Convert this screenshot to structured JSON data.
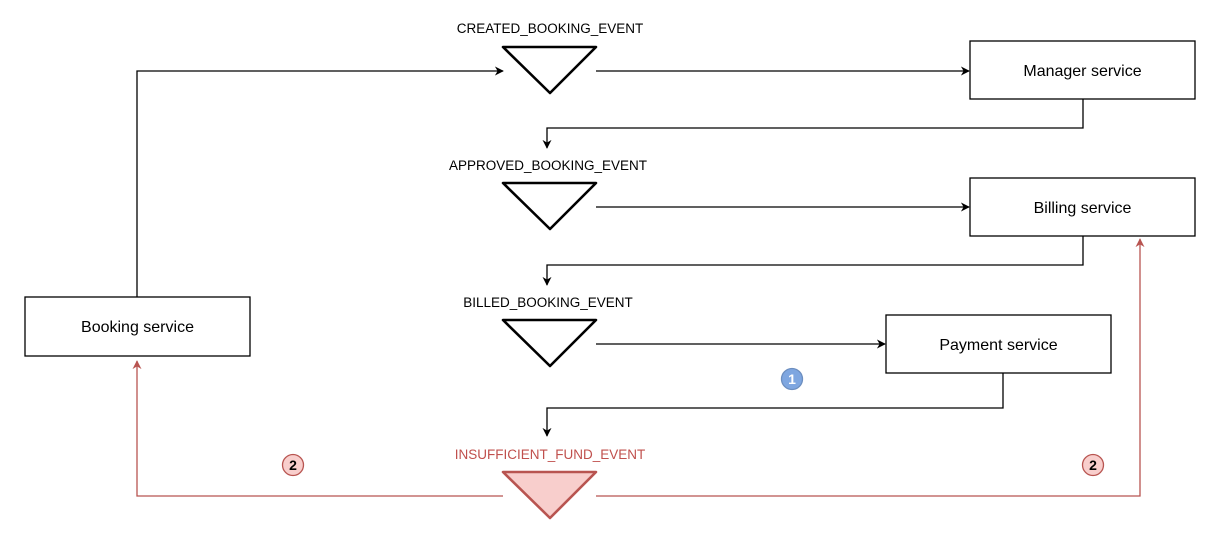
{
  "services": {
    "booking": "Booking service",
    "manager": "Manager service",
    "billing": "Billing service",
    "payment": "Payment service"
  },
  "events": {
    "created": "CREATED_BOOKING_EVENT",
    "approved": "APPROVED_BOOKING_EVENT",
    "billed": "BILLED_BOOKING_EVENT",
    "insufficient": "INSUFFICIENT_FUND_EVENT"
  },
  "badges": {
    "step1": "1",
    "step2_left": "2",
    "step2_right": "2"
  },
  "colors": {
    "line": "#000000",
    "error": "#b85450",
    "error_fill": "#f8cecc",
    "error_text": "#c0504d",
    "badge_blue_fill": "#7ea6e0",
    "badge_blue_stroke": "#6c8ebf",
    "badge_red_fill": "#f8cecc",
    "badge_red_stroke": "#b85450"
  }
}
